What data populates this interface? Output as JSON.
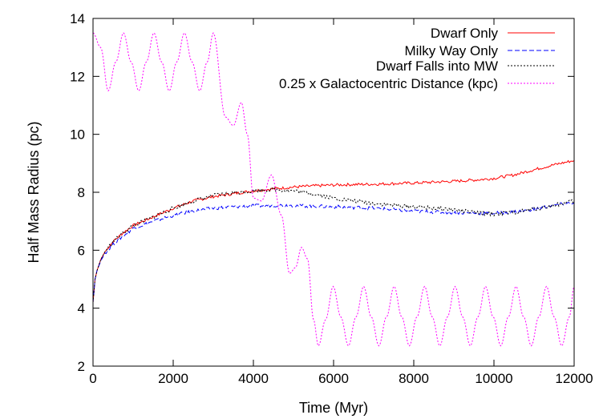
{
  "chart_data": {
    "type": "line",
    "xlabel": "Time (Myr)",
    "ylabel": "Half Mass Radius (pc)",
    "xlim": [
      0,
      12000
    ],
    "ylim": [
      2,
      14
    ],
    "xticks": [
      0,
      2000,
      4000,
      6000,
      8000,
      10000,
      12000
    ],
    "yticks": [
      2,
      4,
      6,
      8,
      10,
      12,
      14
    ],
    "grid": false,
    "legend_position": "top-right",
    "series": [
      {
        "name": "Dwarf Only",
        "color": "#ff0000",
        "style": "solid",
        "x": [
          0,
          50,
          100,
          200,
          300,
          500,
          750,
          1000,
          1500,
          2000,
          2500,
          3000,
          3500,
          4000,
          4500,
          5000,
          5500,
          6000,
          6500,
          7000,
          7500,
          8000,
          8500,
          9000,
          9500,
          10000,
          10500,
          11000,
          11500,
          12000
        ],
        "y": [
          4.2,
          5.0,
          5.3,
          5.7,
          5.95,
          6.3,
          6.6,
          6.85,
          7.15,
          7.45,
          7.7,
          7.85,
          7.95,
          8.05,
          8.12,
          8.18,
          8.22,
          8.25,
          8.27,
          8.28,
          8.3,
          8.32,
          8.35,
          8.38,
          8.42,
          8.48,
          8.6,
          8.78,
          8.95,
          9.1
        ]
      },
      {
        "name": "Milky Way Only",
        "color": "#0000ff",
        "style": "dashed",
        "x": [
          0,
          50,
          100,
          200,
          300,
          500,
          750,
          1000,
          1500,
          2000,
          2500,
          3000,
          3500,
          4000,
          4500,
          5000,
          5500,
          6000,
          6500,
          7000,
          7500,
          8000,
          8500,
          9000,
          9500,
          10000,
          10500,
          11000,
          11500,
          12000
        ],
        "y": [
          4.2,
          5.0,
          5.3,
          5.65,
          5.9,
          6.2,
          6.5,
          6.75,
          7.0,
          7.2,
          7.35,
          7.45,
          7.5,
          7.53,
          7.55,
          7.55,
          7.52,
          7.5,
          7.48,
          7.45,
          7.4,
          7.35,
          7.32,
          7.3,
          7.28,
          7.28,
          7.32,
          7.42,
          7.55,
          7.65
        ]
      },
      {
        "name": "Dwarf Falls into MW",
        "color": "#000000",
        "style": "dotted",
        "x": [
          0,
          50,
          100,
          200,
          300,
          500,
          750,
          1000,
          1500,
          2000,
          2500,
          3000,
          3500,
          4000,
          4500,
          5000,
          5500,
          6000,
          6500,
          7000,
          7500,
          8000,
          8500,
          9000,
          9500,
          10000,
          10500,
          11000,
          11500,
          12000
        ],
        "y": [
          4.2,
          5.0,
          5.3,
          5.7,
          5.95,
          6.3,
          6.6,
          6.85,
          7.15,
          7.45,
          7.7,
          7.88,
          7.98,
          8.05,
          8.1,
          8.05,
          7.95,
          7.8,
          7.7,
          7.62,
          7.55,
          7.5,
          7.45,
          7.4,
          7.3,
          7.25,
          7.3,
          7.42,
          7.55,
          7.7
        ]
      },
      {
        "name": "0.25 x Galactocentric Distance (kpc)",
        "color": "#ff00ff",
        "style": "dotted",
        "x": [
          0,
          190,
          380,
          570,
          760,
          950,
          1140,
          1330,
          1520,
          1710,
          1900,
          2090,
          2280,
          2470,
          2660,
          2850,
          3000,
          3300,
          3500,
          3700,
          3850,
          4000,
          4200,
          4450,
          4700,
          4900,
          5050,
          5200,
          5350,
          5500,
          5620,
          5800,
          5990,
          6180,
          6370,
          6560,
          6750,
          6940,
          7130,
          7320,
          7510,
          7700,
          7890,
          8080,
          8270,
          8460,
          8650,
          8840,
          9030,
          9220,
          9410,
          9600,
          9790,
          9980,
          10170,
          10360,
          10550,
          10740,
          10930,
          11120,
          11310,
          11500,
          11690,
          11880,
          12000
        ],
        "y": [
          13.5,
          13.0,
          11.5,
          12.5,
          13.5,
          12.5,
          11.5,
          12.5,
          13.5,
          12.5,
          11.5,
          12.5,
          13.5,
          12.5,
          11.5,
          12.5,
          13.5,
          10.6,
          10.3,
          11.1,
          10.0,
          7.8,
          7.7,
          8.6,
          7.2,
          5.2,
          5.4,
          6.1,
          5.7,
          3.6,
          2.7,
          3.6,
          4.75,
          3.7,
          2.7,
          3.7,
          4.75,
          3.7,
          2.7,
          3.7,
          4.75,
          3.7,
          2.7,
          3.7,
          4.75,
          3.7,
          2.7,
          3.7,
          4.75,
          3.7,
          2.7,
          3.7,
          4.75,
          3.7,
          2.7,
          3.7,
          4.75,
          3.7,
          2.7,
          3.7,
          4.75,
          3.7,
          2.7,
          3.7,
          4.75
        ]
      }
    ]
  }
}
